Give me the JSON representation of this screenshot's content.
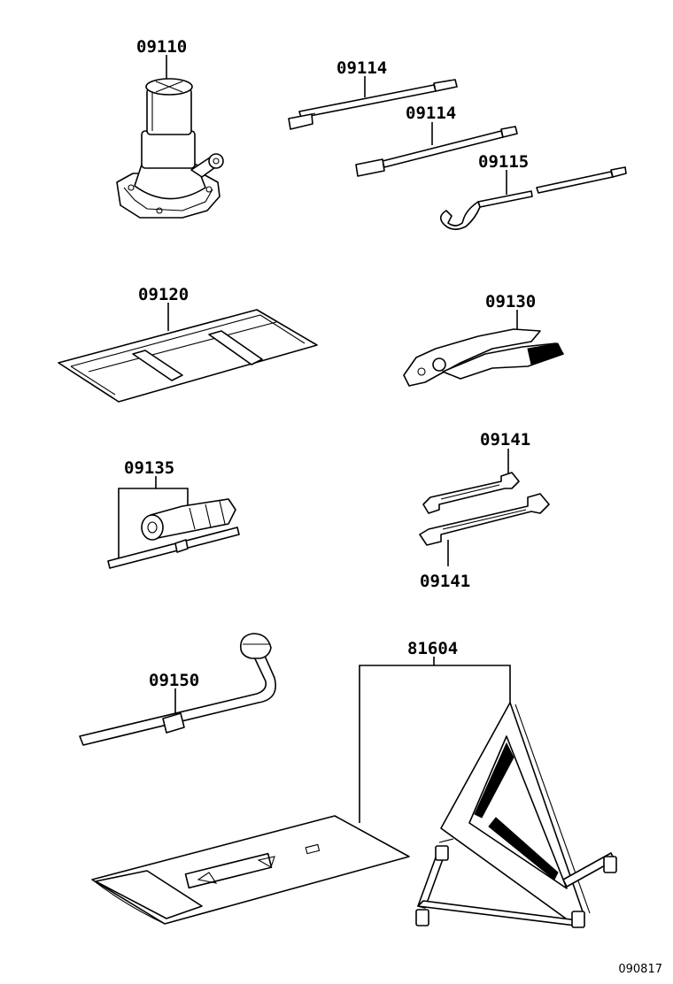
{
  "parts": {
    "jack": "09110",
    "handle_upper": "09114",
    "handle_lower": "09114",
    "crank": "09115",
    "tool_bag": "09120",
    "pliers": "09130",
    "screwdriver": "09135",
    "wrench_upper": "09141",
    "wrench_lower": "09141",
    "wheel_wrench": "09150",
    "warning_triangle": "81604"
  },
  "diagram_code": "090817"
}
